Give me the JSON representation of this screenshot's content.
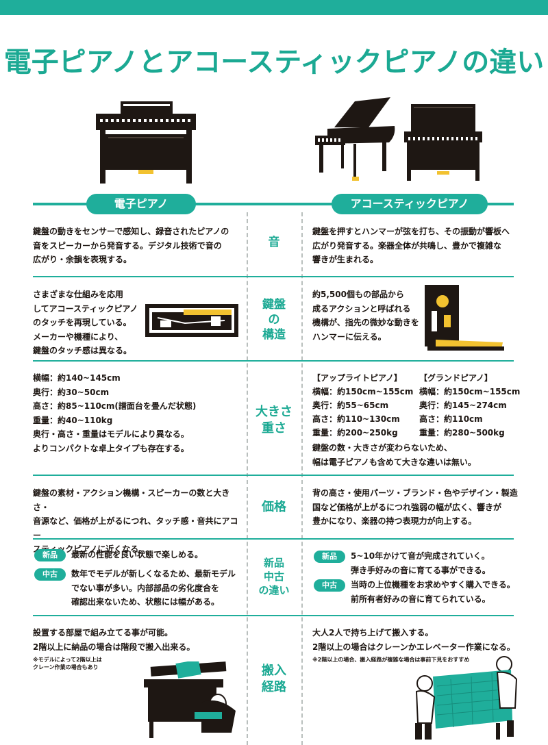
{
  "title": "電子ピアノとアコースティックピアノの違い",
  "headers": {
    "left": "電子ピアノ",
    "right": "アコースティックピアノ"
  },
  "rows": {
    "sound": {
      "label": "音",
      "left": [
        "鍵盤の動きをセンサーで感知し、録音されたピアノの",
        "音をスピーカーから発音する。デジタル技術で音の",
        "広がり・余韻を表現する。"
      ],
      "right": [
        "鍵盤を押すとハンマーが弦を打ち、その振動が響板へ",
        "広がり発音する。楽器全体が共鳴し、豊かで複雑な",
        "響きが生まれる。"
      ]
    },
    "structure": {
      "label": [
        "鍵盤",
        "の",
        "構造"
      ],
      "left": [
        "さまざまな仕組みを応用",
        "してアコースティックピアノ",
        "のタッチを再現している。",
        "メーカーや機種により、",
        "鍵盤のタッチ感は異なる。"
      ],
      "right": [
        "約5,500個もの部品から",
        "成るアクションと呼ばれる",
        "機構が、指先の微妙な動きを",
        "ハンマーに伝える。"
      ]
    },
    "size": {
      "label": [
        "大きさ",
        "重さ"
      ],
      "left": [
        "横幅：約140~145cm",
        "奥行：約30~50cm",
        "高さ：約85~110cm(譜面台を畳んだ状態)",
        "重量：約40~110kg",
        "奥行・高さ・重量はモデルにより異なる。",
        "よりコンパクトな卓上タイプも存在する。"
      ],
      "upright": [
        "【アップライトピアノ】",
        "横幅：約150cm~155cm",
        "奥行：約55~65cm",
        "高さ：約110~130cm",
        "重量：約200~250kg"
      ],
      "grand": [
        "【グランドピアノ】",
        "横幅：約150cm~155cm",
        "奥行：約145~274cm",
        "高さ：約110cm",
        "重量：約280~500kg"
      ],
      "right_note": [
        "鍵盤の数・大きさが変わらないため、",
        "幅は電子ピアノも含めて大きな違いは無い。"
      ]
    },
    "price": {
      "label": "価格",
      "left": [
        "鍵盤の素材・アクション機構・スピーカーの数と大きさ・",
        "音源など、価格が上がるにつれ、タッチ感・音共にアコー",
        "スティックピアノに近くなる。"
      ],
      "right": [
        "背の高さ・使用パーツ・ブランド・色やデザイン・製造",
        "国など価格が上がるにつれ強弱の幅が広く、響きが",
        "豊かになり、楽器の持つ表現力が向上する。"
      ]
    },
    "condition": {
      "label": [
        "新品",
        "中古",
        "の違い"
      ],
      "badge_new": "新品",
      "badge_used": "中古",
      "left_new": [
        "最新の性能を良い状態で楽しめる。"
      ],
      "left_used": [
        "数年でモデルが新しくなるため、最新モデル",
        "でない事が多い。内部部品の劣化度合を",
        "確認出来ないため、状態には幅がある。"
      ],
      "right_new": [
        "5~10年かけて音が完成されていく。",
        "弾き手好みの音に育てる事ができる。"
      ],
      "right_used": [
        "当時の上位機種をお求めやすく購入できる。",
        "前所有者好みの音に育てられている。"
      ]
    },
    "delivery": {
      "label": [
        "搬入",
        "経路"
      ],
      "left": [
        "設置する部屋で組み立てる事が可能。",
        "2階以上に納品の場合は階段で搬入出来る。"
      ],
      "left_note": [
        "※モデルによって2階以上は",
        "クレーン作業の場合もあり"
      ],
      "right": [
        "大人2人で持ち上げて搬入する。",
        "2階以上の場合はクレーンかエレベーター作業になる。"
      ],
      "right_note": [
        "※2階以上の場合、搬入経路が複雑な場合は事前下見をおすすめ"
      ]
    }
  },
  "colors": {
    "accent": "#1fae9b",
    "ink": "#1e1713",
    "yellow": "#f2c230"
  }
}
